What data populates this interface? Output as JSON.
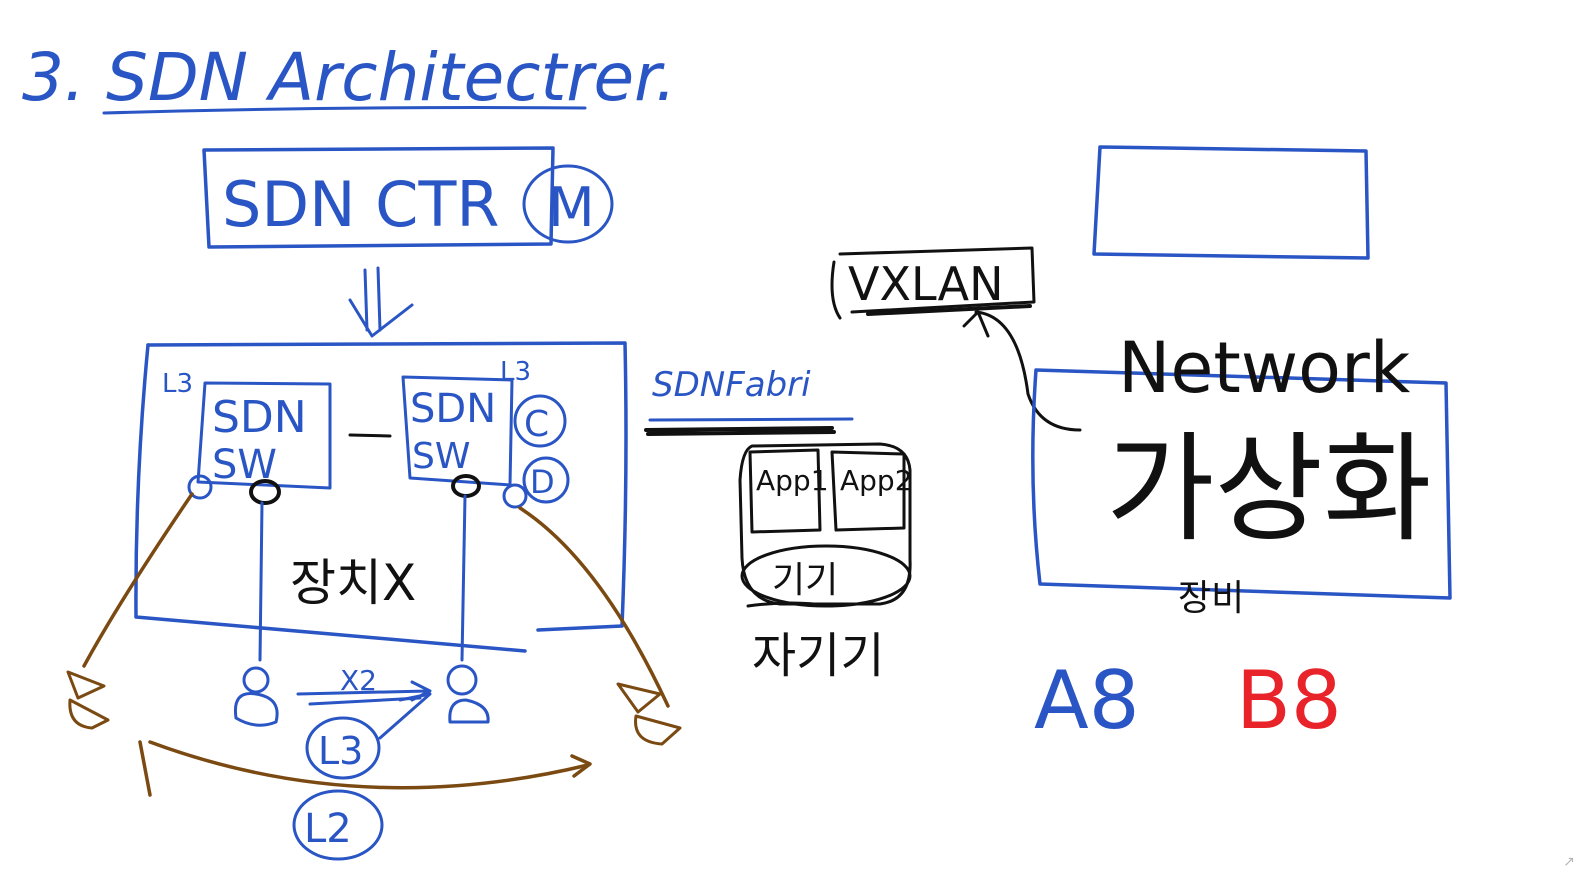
{
  "title": "3. SDN Architectrer.",
  "controller": {
    "label": "SDN CTR",
    "badge": "M"
  },
  "fabric": {
    "corner_left": "L3",
    "corner_right": "L3",
    "switch_left": [
      "SDN",
      "SW"
    ],
    "switch_right": [
      "SDN",
      "SW"
    ],
    "switch_right_badge_top": "C",
    "switch_right_badge_bottom": "D",
    "center_label": "장치X",
    "host_link_label": "X2",
    "l3_label": "L3",
    "l2_label": "L2"
  },
  "sdn_fabric_label": "SDNFabri",
  "stack": {
    "app1": "App1",
    "app2": "App2",
    "base": "기기",
    "caption": "자기기"
  },
  "vxlan_label": "VXLAN",
  "network": {
    "title": "Network",
    "main": "가상화",
    "caption": "장비"
  },
  "groups": {
    "blue": "A8",
    "red": "B8"
  },
  "colors": {
    "blue": "#2a55c4",
    "brown": "#7a4a12",
    "black": "#111111",
    "red": "#e8242a"
  },
  "icons": {
    "corner": "expand-icon"
  }
}
